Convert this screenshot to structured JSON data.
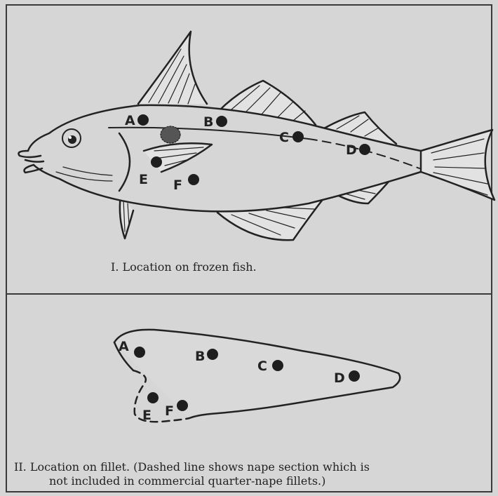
{
  "figure1": {
    "caption": "I.  Location on frozen fish.",
    "points": [
      "A",
      "B",
      "C",
      "D",
      "E",
      "F"
    ]
  },
  "figure2": {
    "caption_line1": "II.  Location on fillet.  (Dashed line shows nape section which is",
    "caption_line2": "not included in commercial quarter-nape fillets.)",
    "points": [
      "A",
      "B",
      "C",
      "D",
      "E",
      "F"
    ]
  }
}
